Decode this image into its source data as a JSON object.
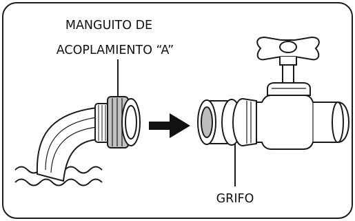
{
  "labels": {
    "coupling_line1": "MANGUITO DE",
    "coupling_line2": "ACOPLAMIENTO “A”",
    "tap": "GRIFO"
  },
  "colors": {
    "stroke": "#1a1a1a",
    "shade": "#bdbdbd",
    "background": "#ffffff"
  }
}
